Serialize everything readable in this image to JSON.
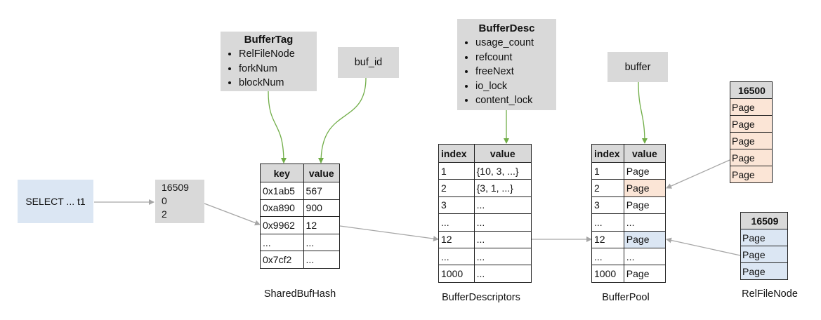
{
  "query": {
    "text": "SELECT ... t1"
  },
  "tuple": {
    "lines": [
      "16509",
      "0",
      "2"
    ]
  },
  "buffer_tag": {
    "title": "BufferTag",
    "items": [
      "RelFileNode",
      "forkNum",
      "blockNum"
    ]
  },
  "buf_id": {
    "label": "buf_id"
  },
  "buffer_desc": {
    "title": "BufferDesc",
    "items": [
      "usage_count",
      "refcount",
      "freeNext",
      "io_lock",
      "content_lock"
    ]
  },
  "buffer": {
    "label": "buffer"
  },
  "shared_buf_hash": {
    "caption": "SharedBufHash",
    "headers": [
      "key",
      "value"
    ],
    "rows": [
      [
        "0x1ab5",
        "567"
      ],
      [
        "0xa890",
        "900"
      ],
      [
        "0x9962",
        "12"
      ],
      [
        "...",
        "..."
      ],
      [
        "0x7cf2",
        "..."
      ]
    ]
  },
  "buffer_descriptors": {
    "caption": "BufferDescriptors",
    "headers": [
      "index",
      "value"
    ],
    "rows": [
      [
        "1",
        "{10, 3, ...}"
      ],
      [
        "2",
        "{3, 1, ...}"
      ],
      [
        "3",
        "..."
      ],
      [
        "...",
        "..."
      ],
      [
        "12",
        "..."
      ],
      [
        "...",
        "..."
      ],
      [
        "1000",
        "..."
      ]
    ]
  },
  "buffer_pool": {
    "caption": "BufferPool",
    "headers": [
      "index",
      "value"
    ],
    "rows": [
      [
        "1",
        "Page"
      ],
      [
        "2",
        "Page"
      ],
      [
        "3",
        "Page"
      ],
      [
        "...",
        "..."
      ],
      [
        "12",
        "Page"
      ],
      [
        "...",
        "..."
      ],
      [
        "1000",
        "Page"
      ]
    ]
  },
  "relfile_16500": {
    "header": "16500",
    "pages": [
      "Page",
      "Page",
      "Page",
      "Page",
      "Page"
    ]
  },
  "relfile_16509": {
    "header": "16509",
    "pages": [
      "Page",
      "Page",
      "Page"
    ]
  },
  "relfilenode_caption": "RelFileNode",
  "colors": {
    "gray_box": "#d9d9d9",
    "blue_fill": "#dbe6f3",
    "pink_fill": "#fbe5d6",
    "green_arrow": "#70ad47",
    "gray_arrow": "#a6a6a6"
  }
}
